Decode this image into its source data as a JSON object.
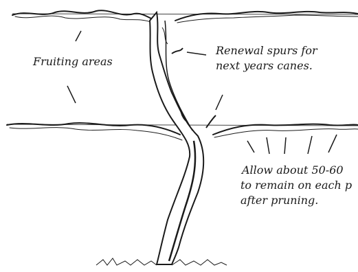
{
  "labels": {
    "fruiting_areas": "Fruiting areas",
    "renewal_line1": "Renewal spurs for",
    "renewal_line2": "next years canes.",
    "allow_line1": "Allow about 50-60",
    "allow_line2": "to remain on each p",
    "allow_line3": "after pruning."
  },
  "colors": {
    "ink": "#1a1a1a",
    "trunk": "#2a2a2a",
    "background": "#ffffff"
  }
}
